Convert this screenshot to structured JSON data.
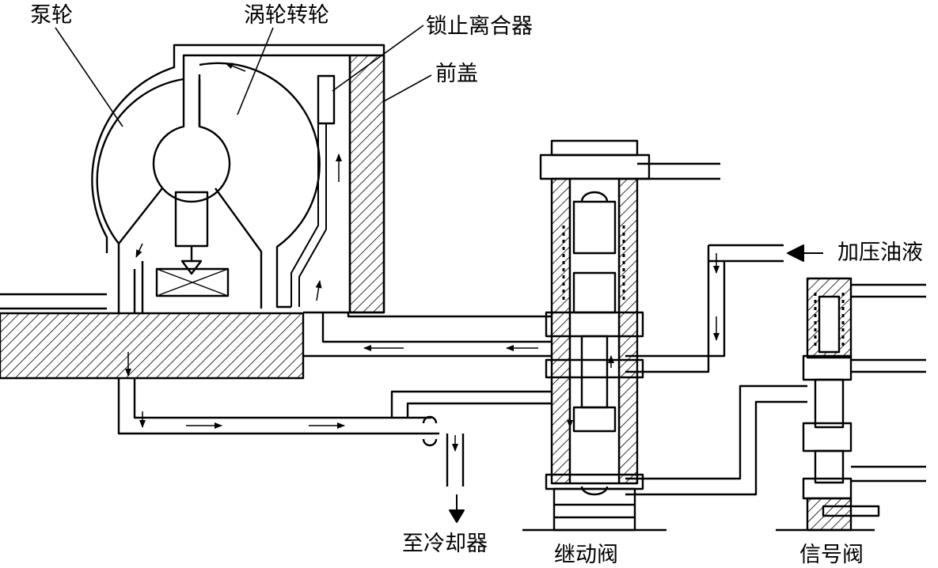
{
  "diagram": {
    "labels": {
      "pump_wheel": "泵轮",
      "turbine_runner": "涡轮转轮",
      "lockup_clutch": "锁止离合器",
      "front_cover": "前盖",
      "pressurized_oil": "加压油液",
      "to_cooler": "至冷却器",
      "relay_valve": "继动阀",
      "signal_valve": "信号阀"
    },
    "colors": {
      "ink": "#000000",
      "paper": "#ffffff"
    }
  }
}
